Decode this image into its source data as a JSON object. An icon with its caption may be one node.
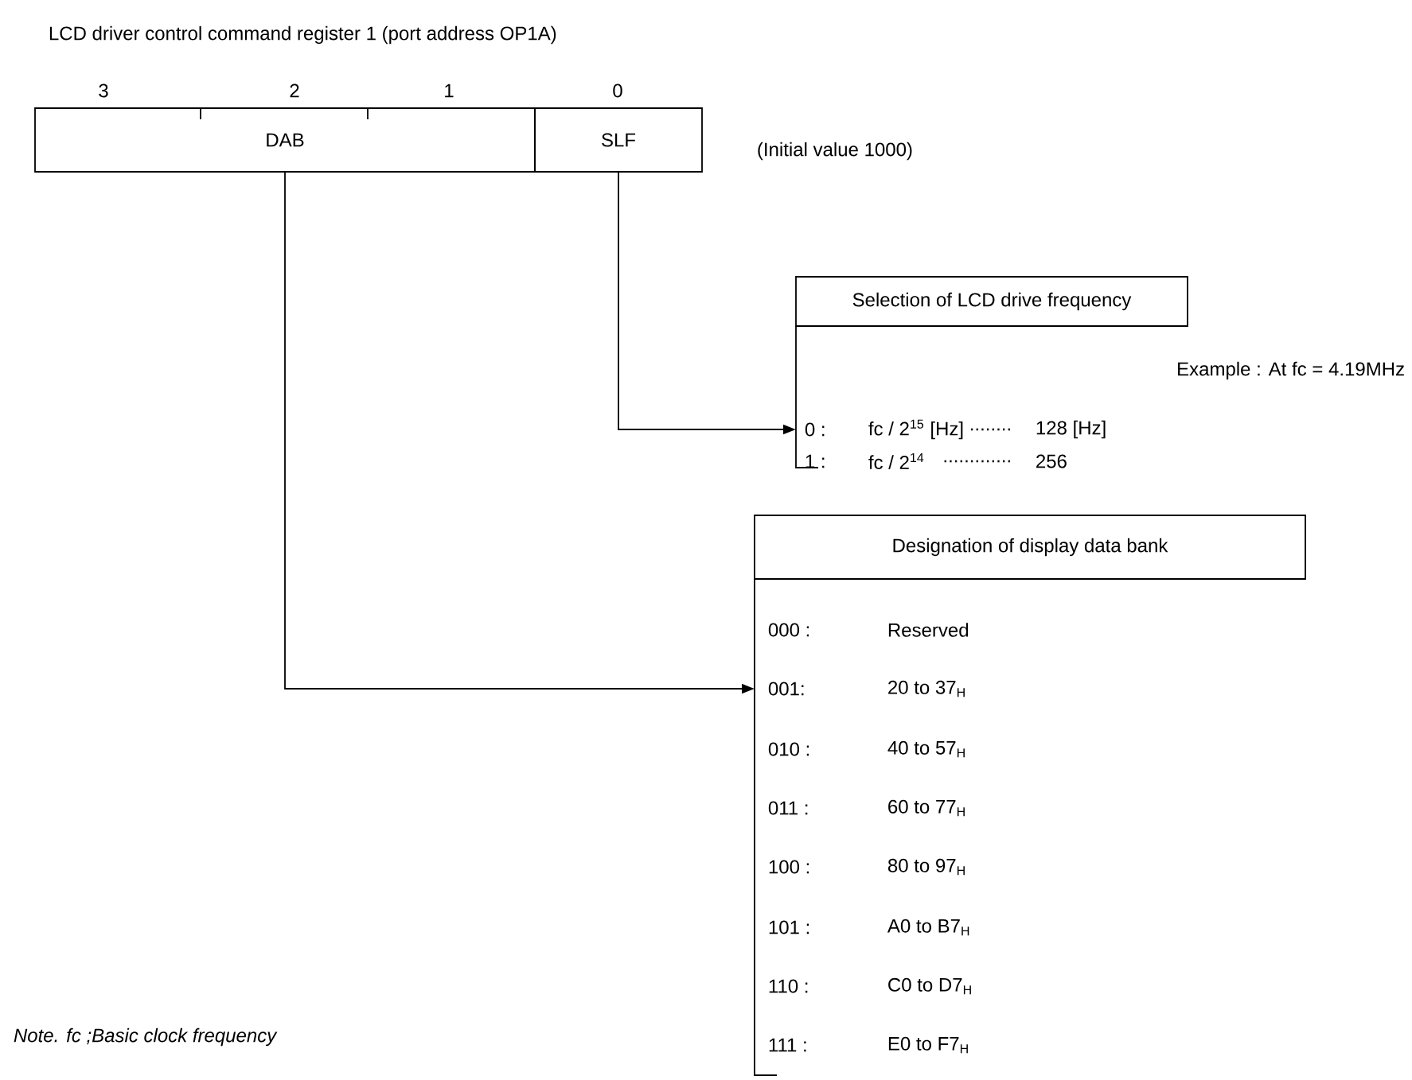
{
  "diagram": {
    "title": "LCD driver control command register 1 (port address OP1A)",
    "nodes": [
      {
        "text": [
          "DAB"
        ],
        "beside": [
          "3",
          "2",
          "1"
        ]
      },
      {
        "text": [
          "SLF"
        ],
        "beside": [
          "0"
        ]
      },
      {
        "text": [
          "Selection of LCD drive frequency"
        ]
      },
      {
        "text": [
          "Example : At fc = 4.19MHz",
          "0 :",
          "fc / 2$^{15}$ [Hz]",
          "........",
          "128 [Hz]",
          "1 :",
          "fc / 2$^{14}$",
          ".............",
          "256"
        ]
      },
      {
        "text": [
          "Designation of display data bank"
        ]
      },
      {
        "text": [
          "000 :",
          "Reserved",
          "001:",
          "20 to 37$_{H}$",
          "010 :",
          "40 to 57$_{H}$",
          "011 :",
          "60 to 77$_{H}$",
          "100 :",
          "80 to 97$_{H}$",
          "101 :",
          "A0 to B7$_{H}$",
          "110 :",
          "C0 to D7$_{H}$",
          "111 :",
          "E0 to F7$_{H}$"
        ]
      }
    ],
    "edges": [
      {
        "from": 1,
        "to": 3,
        "arrow": "to"
      },
      {
        "from": 0,
        "to": 5,
        "arrow": "to"
      }
    ],
    "labels": [
      "(Initial value 1000)",
      "Note. fc ;Basic clock frequency"
    ]
  }
}
